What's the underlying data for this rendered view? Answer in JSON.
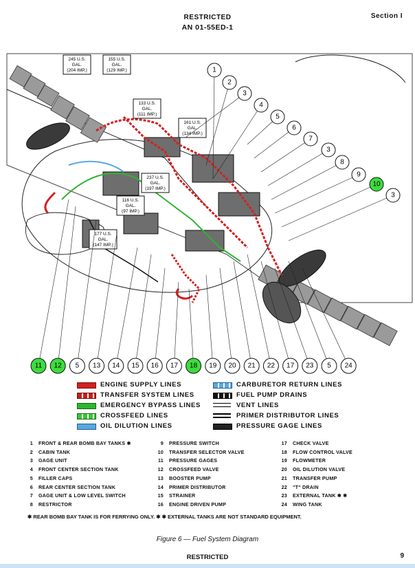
{
  "header": {
    "restricted": "RESTRICTED",
    "an": "AN 01-55ED-1",
    "section": "Section I"
  },
  "tank_labels": [
    {
      "text": [
        "245 U.S.",
        "GAL.",
        "(204 IMP.)"
      ]
    },
    {
      "text": [
        "155 U.S.",
        "GAL.",
        "(129 IMP.)"
      ]
    },
    {
      "text": [
        "133 U.S.",
        "GAL.",
        "(111 IMP.)"
      ]
    },
    {
      "text": [
        "161 U.S.",
        "GAL.",
        "(134 IMP.)"
      ]
    },
    {
      "text": [
        "237 U.S.",
        "GAL.",
        "(197 IMP.)"
      ]
    },
    {
      "text": [
        "116 U.S.",
        "GAL.",
        "(97 IMP.)"
      ]
    },
    {
      "text": [
        "177 U.S.",
        "GAL.",
        "(147 IMP.)"
      ]
    }
  ],
  "callouts_top": [
    "1",
    "2",
    "3",
    "4",
    "5",
    "6",
    "7",
    "3",
    "8",
    "9",
    "10",
    "3"
  ],
  "callouts_bottom": [
    "11",
    "12",
    "5",
    "13",
    "14",
    "15",
    "16",
    "17",
    "18",
    "19",
    "20",
    "21",
    "22",
    "17",
    "23",
    "5",
    "24"
  ],
  "green_callouts": [
    "10",
    "11",
    "12",
    "18"
  ],
  "legend": [
    {
      "label": "ENGINE SUPPLY LINES",
      "swatch": "engine"
    },
    {
      "label": "CARBURETOR RETURN LINES",
      "swatch": "carb"
    },
    {
      "label": "TRANSFER SYSTEM LINES",
      "swatch": "transfer"
    },
    {
      "label": "FUEL PUMP DRAINS",
      "swatch": "drain"
    },
    {
      "label": "EMERGENCY BYPASS LINES",
      "swatch": "bypass"
    },
    {
      "label": "VENT LINES",
      "swatch": "vent"
    },
    {
      "label": "CROSSFEED LINES",
      "swatch": "crossfeed"
    },
    {
      "label": "PRIMER DISTRIBUTOR LINES",
      "swatch": "primer"
    },
    {
      "label": "OIL DILUTION LINES",
      "swatch": "oil"
    },
    {
      "label": "PRESSURE GAGE LINES",
      "swatch": "gage"
    }
  ],
  "parts": [
    {
      "n": "1",
      "label": "FRONT & REAR BOMB BAY TANKS ✱"
    },
    {
      "n": "2",
      "label": "CABIN TANK"
    },
    {
      "n": "3",
      "label": "GAGE UNIT"
    },
    {
      "n": "4",
      "label": "FRONT CENTER SECTION TANK"
    },
    {
      "n": "5",
      "label": "FILLER CAPS"
    },
    {
      "n": "6",
      "label": "REAR CENTER SECTION TANK"
    },
    {
      "n": "7",
      "label": "GAGE UNIT & LOW LEVEL SWITCH"
    },
    {
      "n": "8",
      "label": "RESTRICTOR"
    },
    {
      "n": "9",
      "label": "PRESSURE SWITCH"
    },
    {
      "n": "10",
      "label": "TRANSFER SELECTOR VALVE"
    },
    {
      "n": "11",
      "label": "PRESSURE GAGES"
    },
    {
      "n": "12",
      "label": "CROSSFEED VALVE"
    },
    {
      "n": "13",
      "label": "BOOSTER PUMP"
    },
    {
      "n": "14",
      "label": "PRIMER DISTRIBUTOR"
    },
    {
      "n": "15",
      "label": "STRAINER"
    },
    {
      "n": "16",
      "label": "ENGINE DRIVEN PUMP"
    },
    {
      "n": "17",
      "label": "CHECK VALVE"
    },
    {
      "n": "18",
      "label": "FLOW CONTROL VALVE"
    },
    {
      "n": "19",
      "label": "FLOWMETER"
    },
    {
      "n": "20",
      "label": "OIL DILUTION VALVE"
    },
    {
      "n": "21",
      "label": "TRANSFER PUMP"
    },
    {
      "n": "22",
      "label": "\"T\" DRAIN"
    },
    {
      "n": "23",
      "label": "EXTERNAL TANK ✱ ✱"
    },
    {
      "n": "24",
      "label": "WING TANK"
    }
  ],
  "footnote": "✱  REAR BOMB BAY TANK IS FOR FERRYING ONLY.   ✱ ✱  EXTERNAL TANKS ARE NOT STANDARD EQUIPMENT.",
  "caption": "Figure 6 — Fuel System Diagram",
  "footer": {
    "restricted": "RESTRICTED",
    "page": "9"
  },
  "colors": {
    "engine": "#d42020",
    "transfer": "#c41e1e",
    "bypass": "#2fb52f",
    "crossfeed": "#3cc43c",
    "oil": "#5aa7e0",
    "callout_green": "#3ddc3d"
  }
}
